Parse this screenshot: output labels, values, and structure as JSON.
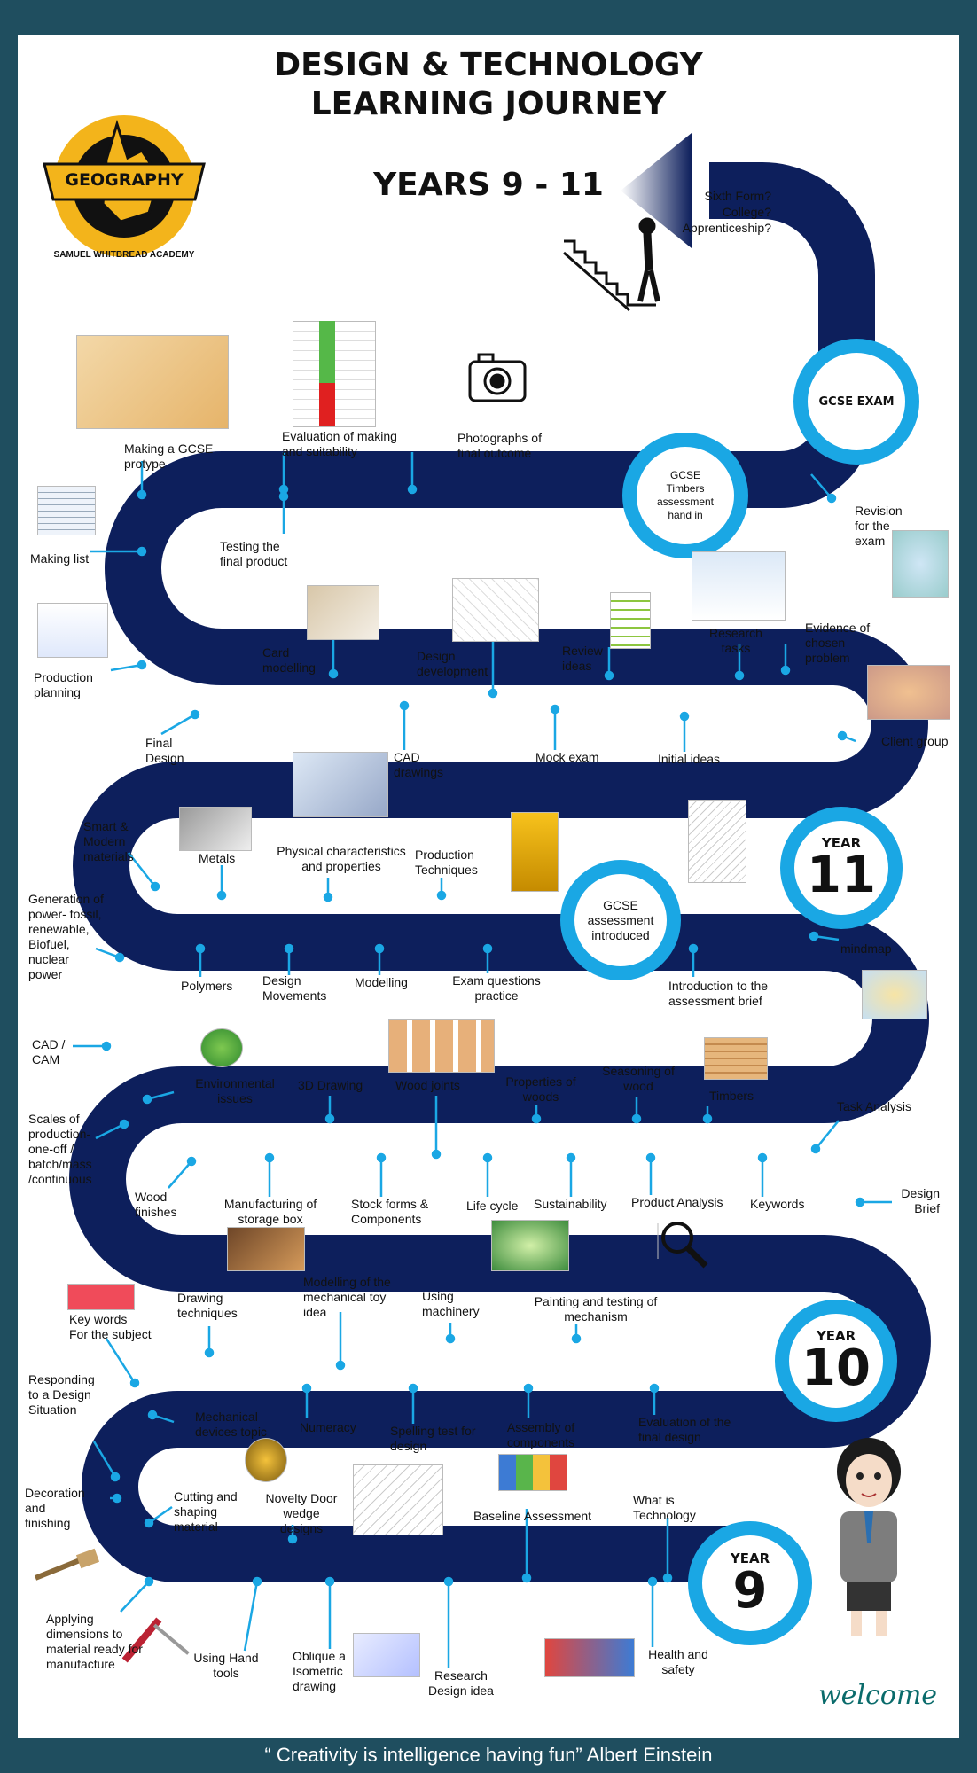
{
  "header": {
    "title_line1": "DESIGN & TECHNOLOGY",
    "title_line2": "LEARNING JOURNEY",
    "subtitle": "YEARS 9 - 11"
  },
  "logo": {
    "banner": "GEOGRAPHY",
    "ring": "SAMUEL WHITBREAD ACADEMY"
  },
  "future": "Sixth Form?\nCollege?\nApprenticeship?",
  "milestones": {
    "gcse_exam": "GCSE EXAM",
    "timbers": "GCSE\nTimbers\nassessment\nhand in",
    "assessment_intro": "GCSE\nassessment\nintroduced",
    "year_word": "YEAR",
    "year11": "11",
    "year10": "10",
    "year9": "9"
  },
  "labels": {
    "making_prototype": "Making a GCSE\nprotype",
    "evaluation": "Evaluation of making\nand suitability",
    "photographs": "Photographs of\nfinal outcome",
    "revision": "Revision\nfor the\nexam",
    "making_list": "Making list",
    "testing": "Testing the\nfinal product",
    "card_modelling": "Card\nmodelling",
    "design_development": "Design\ndevelopment",
    "review_ideas": "Review\nideas",
    "research_tasks": "Research\ntasks",
    "evidence": "Evidence of\nchosen\nproblem",
    "production_planning": "Production\nplanning",
    "client_group": "Client group",
    "final_design": "Final\nDesign",
    "cad_drawings": "CAD\ndrawings",
    "mock_exam": "Mock exam",
    "initial_ideas": "Initial ideas",
    "smart": "Smart &\nModern\nmaterials",
    "metals": "Metals",
    "physical": "Physical characteristics\nand properties",
    "production_tech": "Production\nTechniques",
    "generation": "Generation of\npower- fossil,\nrenewable,\nBiofuel,\nnuclear\npower",
    "polymers": "Polymers",
    "design_movements": "Design\nMovements",
    "modelling": "Modelling",
    "exam_questions": "Exam questions\npractice",
    "intro_brief": "Introduction to the\nassessment brief",
    "mindmap": "mindmap",
    "cad_cam": "CAD /\nCAM",
    "environmental": "Environmental\nissues",
    "drawing_3d": "3D Drawing",
    "wood_joints": "Wood joints",
    "properties_woods": "Properties of\nwoods",
    "seasoning": "Seasoning of\nwood",
    "timbers": "Timbers",
    "task_analysis": "Task Analysis",
    "scales": "Scales of\nproduction-\none-off /\nbatch/mass\n/continuous",
    "wood_finishes": "Wood\nfinishes",
    "storage_box": "Manufacturing of\nstorage box",
    "stock_forms": "Stock forms &\nComponents",
    "life_cycle": "Life cycle",
    "sustainability": "Sustainability",
    "product_analysis": "Product Analysis",
    "keywords": "Keywords",
    "design_brief": "Design\nBrief",
    "drawing_techniques": "Drawing\ntechniques",
    "modelling_toy": "Modelling of the\nmechanical toy\nidea",
    "using_machinery": "Using\nmachinery",
    "painting_testing": "Painting and testing of\nmechanism",
    "key_words": "Key words\nFor the subject",
    "responding": "Responding\nto a Design\nSituation",
    "mechanical_devices": "Mechanical\ndevices topic",
    "numeracy": "Numeracy",
    "spelling_test": "Spelling test for\ndesign",
    "assembly": "Assembly of\ncomponents",
    "evaluation_final": "Evaluation of the\nfinal design",
    "decoration": "Decoration\nand\nfinishing",
    "cutting": "Cutting and\nshaping\nmaterial",
    "novelty_door": "Novelty Door\nwedge\ndesigns",
    "baseline": "Baseline Assessment",
    "what_is_tech": "What is\nTechnology",
    "applying_dimensions": "Applying\ndimensions to\nmaterial ready for\nmanufacture",
    "hand_tools": "Using Hand\ntools",
    "oblique": "Oblique a\nIsometric\ndrawing",
    "research_design": "Research\nDesign idea",
    "health_safety": "Health and\nsafety"
  },
  "welcome": "welcome",
  "footer": "“  Creativity is intelligence having fun” Albert Einstein",
  "colors": {
    "road": "#0d1f5c",
    "ring": "#1aa7e4",
    "border": "#1f4e5f",
    "connector": "#1aa7e4"
  }
}
